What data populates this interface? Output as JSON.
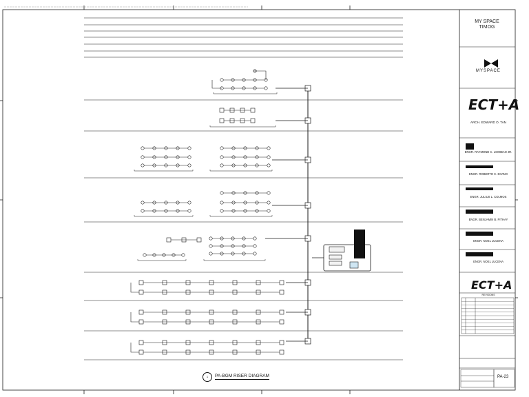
{
  "drawing": {
    "title": "PA-BGM RISER DIAGRAM",
    "number": "1"
  },
  "title_block": {
    "project_name_line1": "MY SPACE",
    "project_name_line2": "TIMOG",
    "owner_logo_text": "MYSPACE",
    "architect_logo": "ECT+A",
    "architect_logo_bottom": "ECT+A",
    "architect_name": "ARCH. EDWARD O. TAN",
    "engineer_names": [
      "ENGR. RAYMOND C. LOMIBAO JR.",
      "ENGR. ROBERTO C. DIVINO",
      "ENGR. JULIUS L. COLMOS",
      "ENGR. BENJAMIN B. PITHAY",
      "ENGR. NOEL LUCENA",
      "ENGR. NOEL LUCENA"
    ],
    "revisions_heading": "REVISIONS",
    "sheet_number": "PA-23"
  },
  "colors": {
    "line": "#1a1a1a",
    "background": "#ffffff",
    "device_fill": "#f2f2f2",
    "rack_fill": "#111111"
  }
}
